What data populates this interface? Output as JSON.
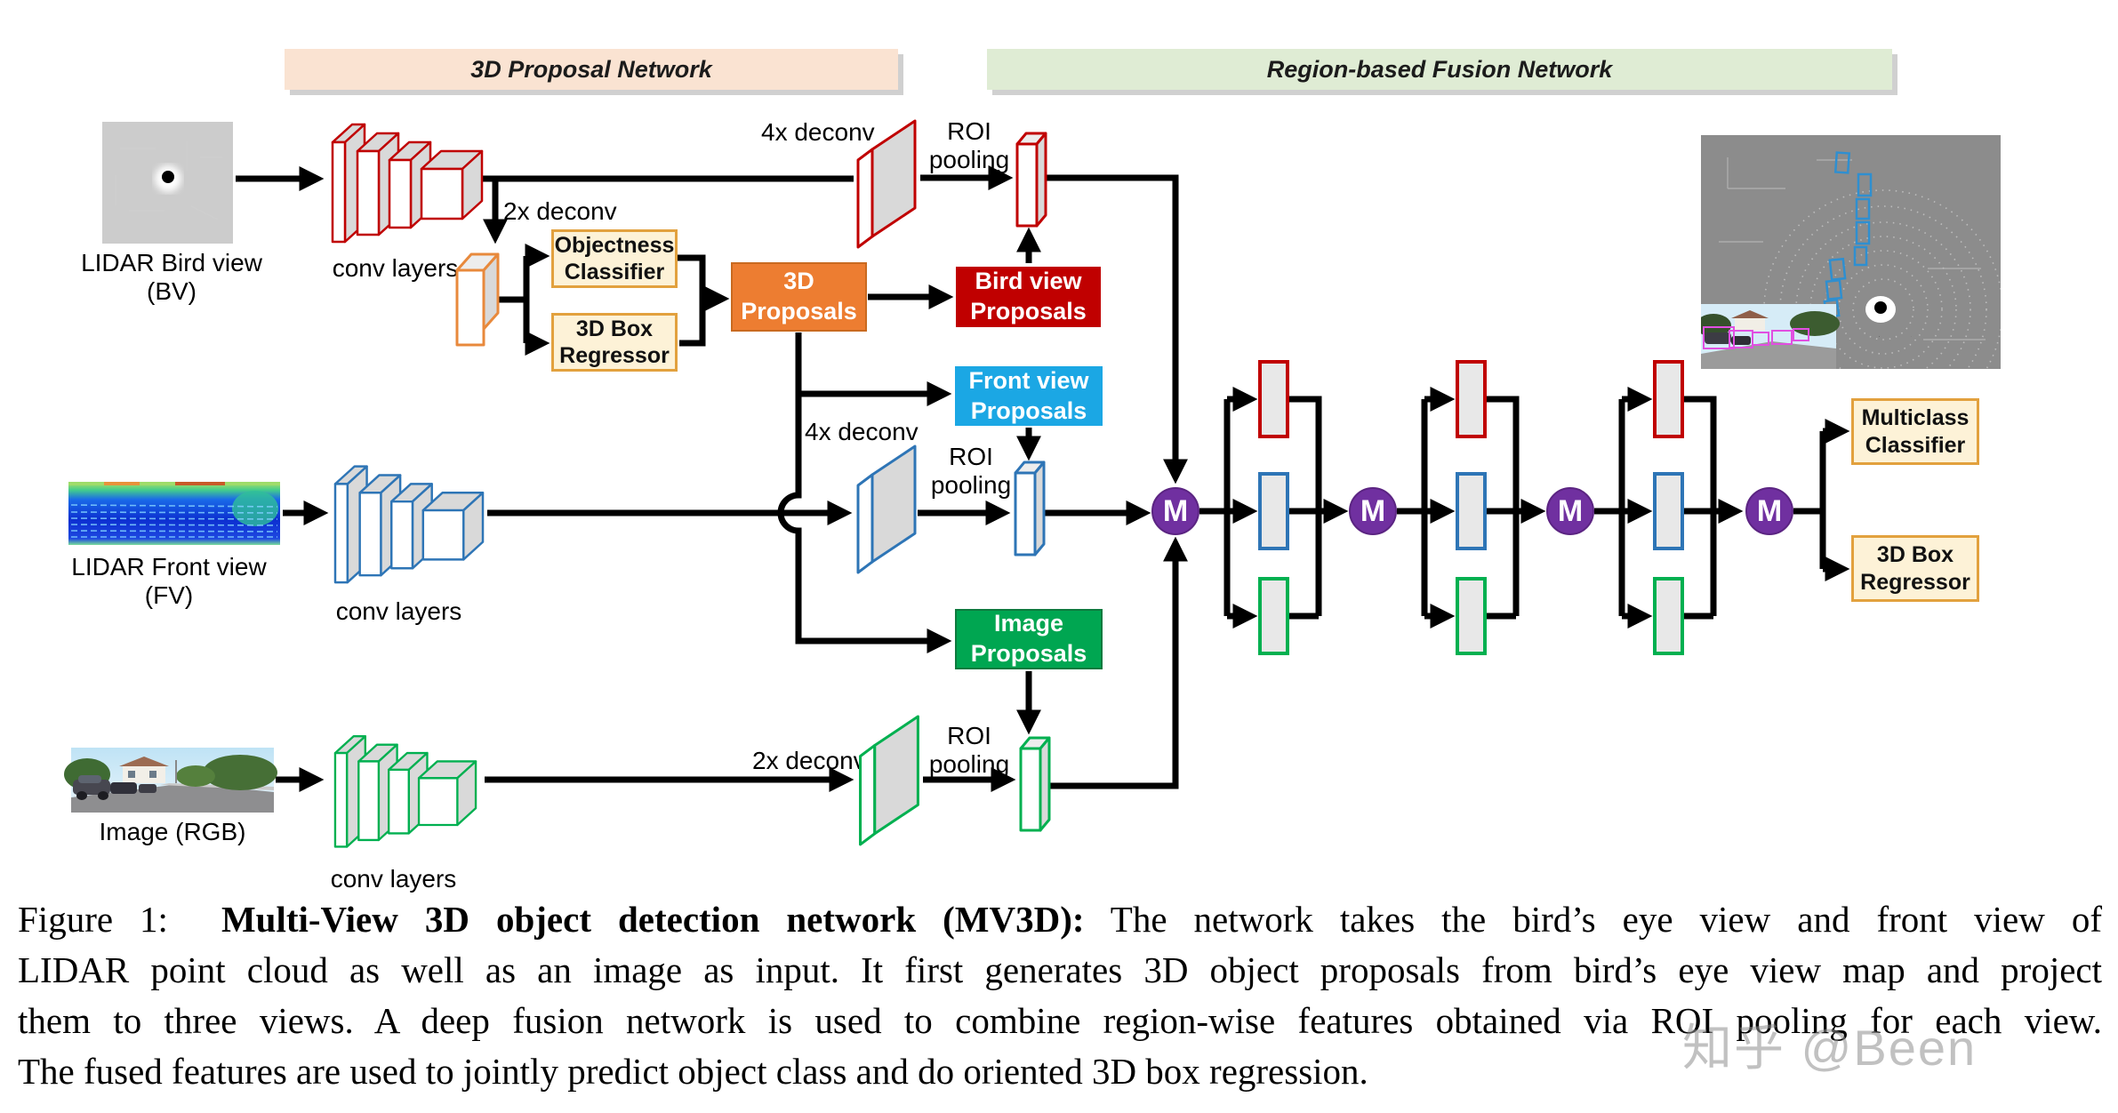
{
  "banners": {
    "proposal_network": "3D Proposal Network",
    "fusion_network": "Region-based Fusion Network"
  },
  "inputs": {
    "bird_view": {
      "line1": "LIDAR Bird view",
      "line2": "(BV)"
    },
    "front_view": {
      "line1": "LIDAR Front view",
      "line2": "(FV)"
    },
    "image_rgb": {
      "label": "Image (RGB)"
    }
  },
  "conv_layers_label": "conv layers",
  "deconv": {
    "bv_2x": "2x deconv",
    "bv_4x": "4x deconv",
    "fv_4x": "4x deconv",
    "rgb_2x": "2x deconv"
  },
  "roi_pooling": {
    "line1": "ROI",
    "line2": "pooling"
  },
  "boxes": {
    "objectness_classifier": {
      "line1": "Objectness",
      "line2": "Classifier"
    },
    "box_regressor_proposal": {
      "line1": "3D Box",
      "line2": "Regressor"
    },
    "proposals_3d": {
      "line1": "3D",
      "line2": "Proposals"
    },
    "bird_view_proposals": {
      "line1": "Bird view",
      "line2": "Proposals"
    },
    "front_view_proposals": {
      "line1": "Front view",
      "line2": "Proposals"
    },
    "image_proposals": {
      "line1": "Image",
      "line2": "Proposals"
    },
    "multiclass_classifier": {
      "line1": "Multiclass",
      "line2": "Classifier"
    },
    "box_regressor_output": {
      "line1": "3D Box",
      "line2": "Regressor"
    }
  },
  "fusion": {
    "merge_label": "M",
    "merge_node_count": 4
  },
  "colors": {
    "bv_accent": "#C00000",
    "fv_accent": "#2E75B6",
    "rgb_accent": "#00B050",
    "proposals_orange": "#ED7D31",
    "bird_view_red": "#C00000",
    "front_view_blue": "#1BA7E4",
    "image_green": "#00A651",
    "merge_purple": "#7030A0",
    "classifier_cream": "#FDF2D7",
    "classifier_border": "#E2A13E",
    "banner_peach": "#FAE3D2",
    "banner_green": "#DFECD4",
    "feature_gray": "#E8E8E8"
  },
  "caption": {
    "prefix": "Figure 1:",
    "bold": "Multi-View 3D object detection network (MV3D):",
    "line1_rest": "The network takes the bird’s eye view and front view of",
    "line2": "LIDAR point cloud as well as an image as input. It first generates 3D object proposals from bird’s eye view map and project",
    "line3": "them to three views. A deep fusion network is used to combine region-wise features obtained via ROI pooling for each view.",
    "line4": "The fused features are used to jointly predict object class and do oriented 3D box regression."
  },
  "watermark": "知乎 @Been"
}
